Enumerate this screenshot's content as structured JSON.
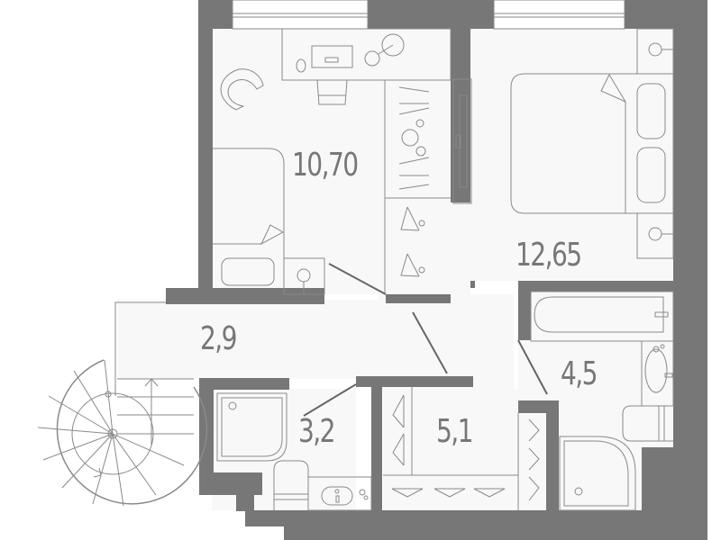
{
  "plan": {
    "colors": {
      "wall": "#777777",
      "floor": "#f8f8f8",
      "line": "#8a8a8a",
      "background": "#ffffff"
    },
    "rooms": [
      {
        "id": "bedroom-1",
        "type": "bedroom",
        "area": "10,70"
      },
      {
        "id": "bedroom-2",
        "type": "bedroom",
        "area": "12,65"
      },
      {
        "id": "hallway",
        "type": "hallway",
        "area": "2,9"
      },
      {
        "id": "bathroom-shower",
        "type": "shower-room",
        "area": "3,2"
      },
      {
        "id": "wardrobe",
        "type": "walk-in-closet",
        "area": "5,1"
      },
      {
        "id": "bathroom-main",
        "type": "bathroom",
        "area": "4,5"
      }
    ],
    "fixtures": [
      "spiral-staircase",
      "desk",
      "armchair",
      "single-bed",
      "double-bed",
      "nightstands",
      "bathtub",
      "shower-trays",
      "toilets",
      "sinks",
      "wardrobe-hangers",
      "tv-unit"
    ]
  }
}
